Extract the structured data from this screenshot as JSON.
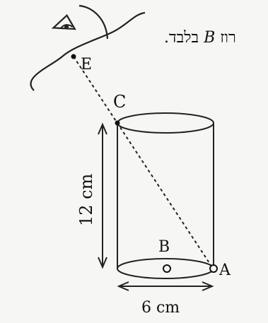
{
  "header_text": {
    "prefix": "בלבד.",
    "variable": "B",
    "suffix": "רוז"
  },
  "labels": {
    "E": "E",
    "C": "C",
    "B": "B",
    "A": "A",
    "height": "12 cm",
    "diameter": "6 cm"
  },
  "colors": {
    "ink": "#111111",
    "paper": "#f6f6f4"
  },
  "icons": [
    "eye-icon"
  ]
}
